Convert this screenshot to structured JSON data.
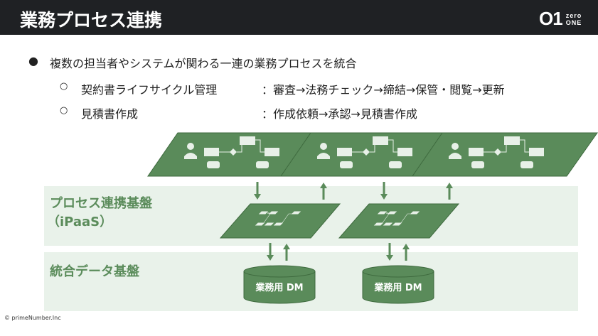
{
  "header": {
    "title": "業務プロセス連携",
    "logo_main": "O1",
    "logo_sub1": "zero",
    "logo_sub2": "ONE"
  },
  "bullets": {
    "main": "複数の担当者やシステムが関わる一連の業務プロセスを統合",
    "sub": [
      {
        "label": "契約書ライフサイクル管理",
        "detail": "：審査→法務チェック→締結→保管・閲覧→更新"
      },
      {
        "label": "見積書作成",
        "detail": "：作成依頼→承認→見積書作成"
      }
    ]
  },
  "diagram": {
    "ipaas_label_1": "プロセス連携基盤",
    "ipaas_label_2": "（iPaaS）",
    "data_label": "統合データ基盤",
    "dm_labels": [
      "業務用 DM",
      "業務用 DM"
    ]
  },
  "footer": "© primeNumber.Inc",
  "colors": {
    "green": "#5a8b5a",
    "band": "#e9f2ea",
    "header": "#1f2124"
  }
}
